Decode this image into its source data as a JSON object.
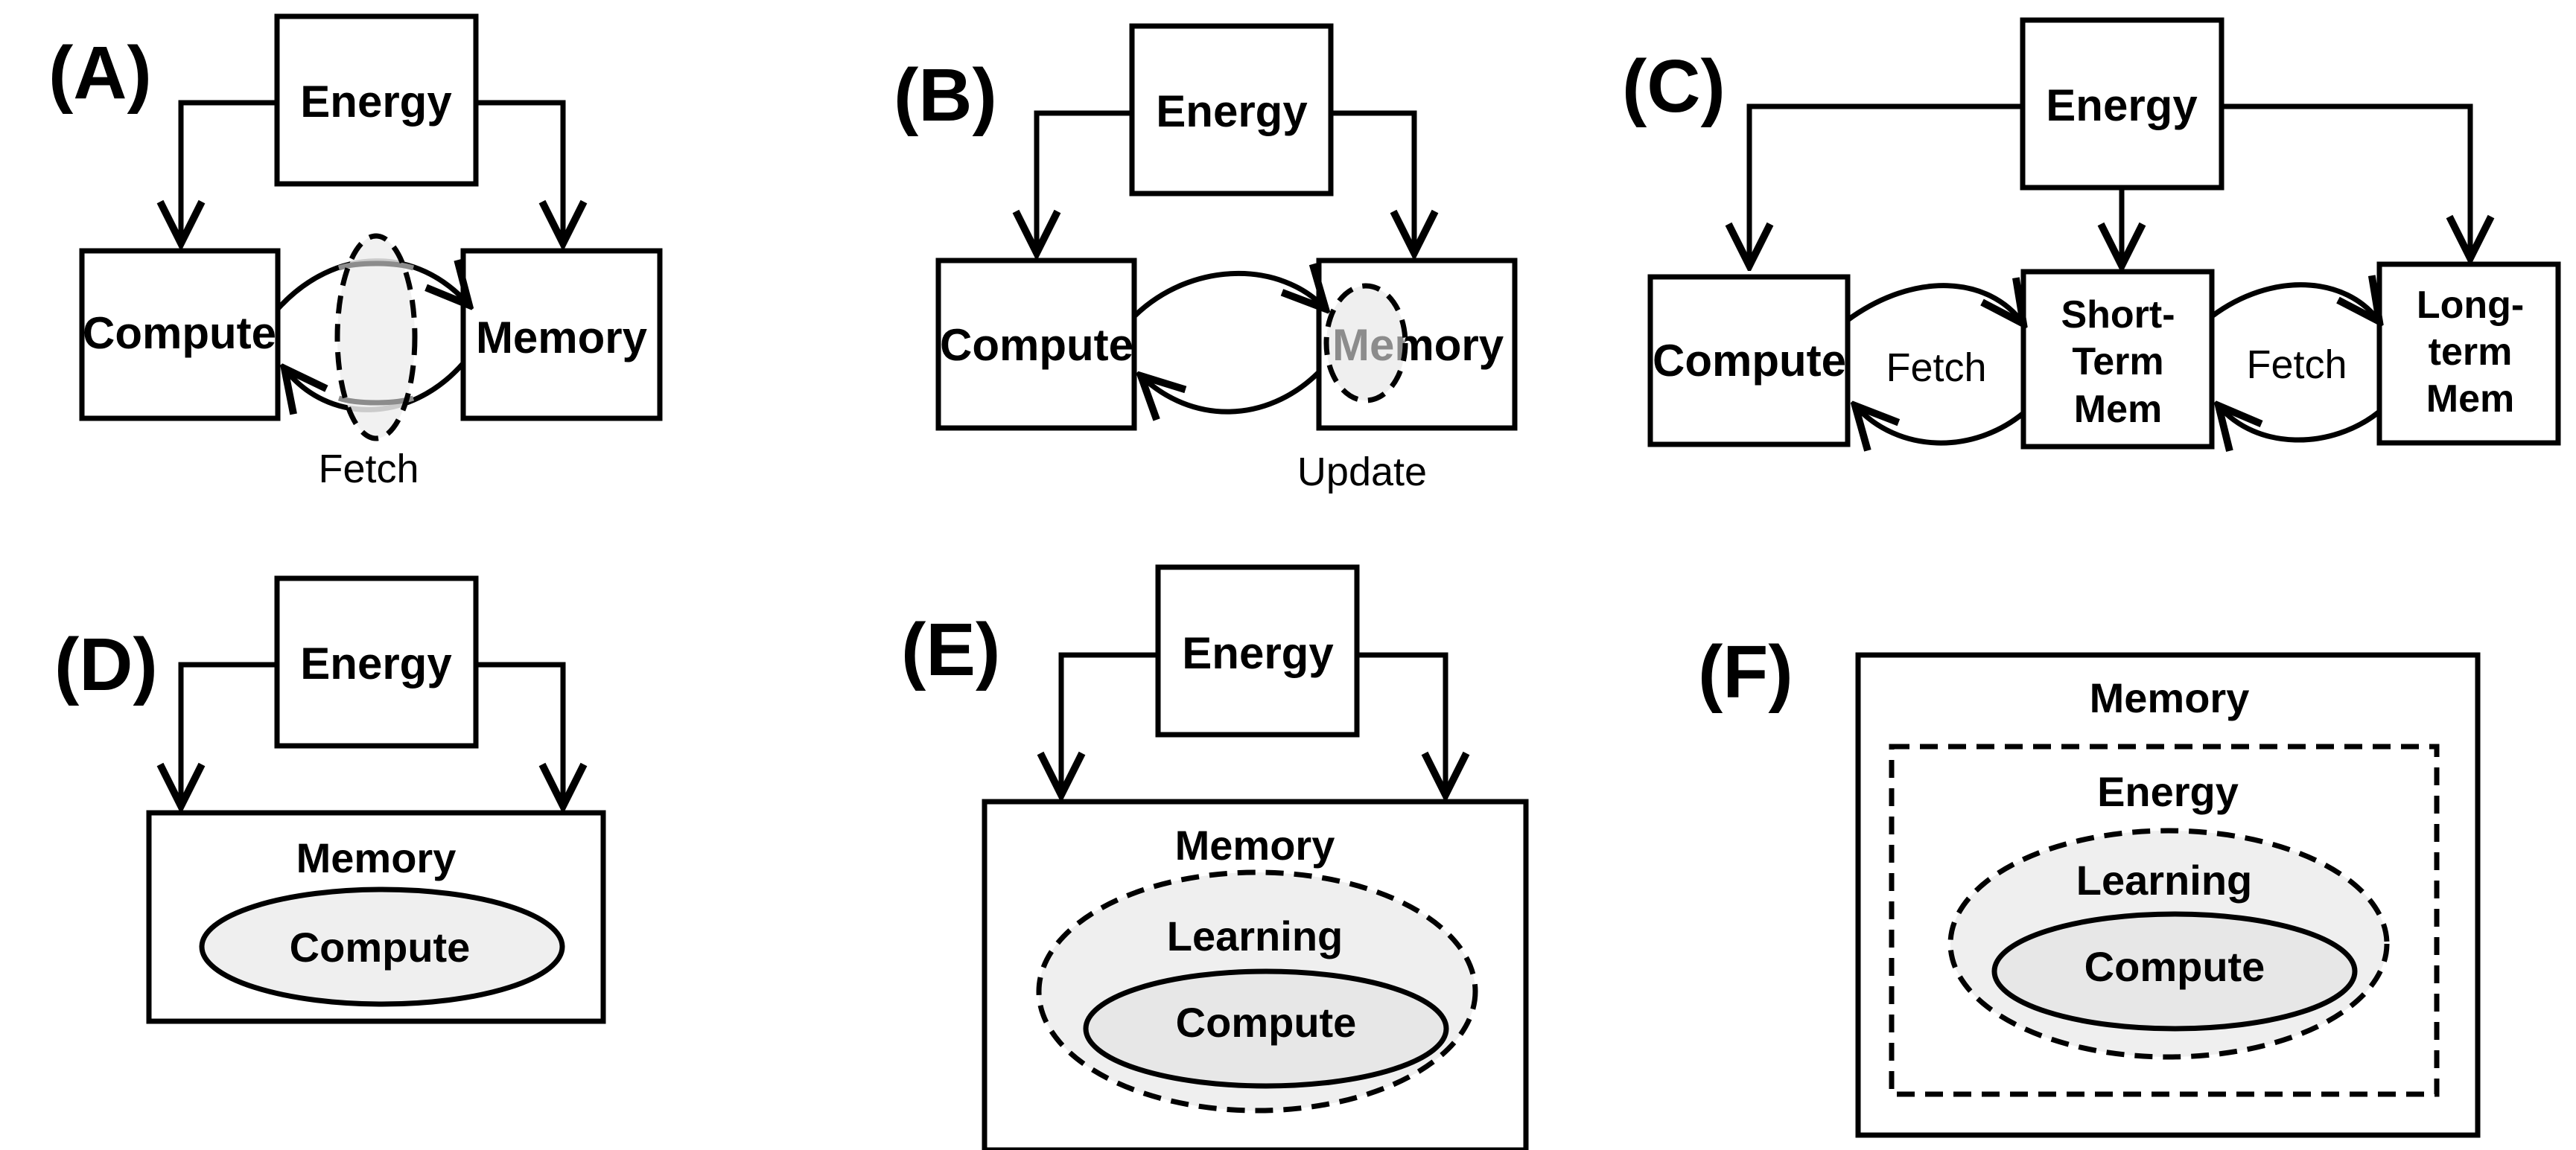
{
  "panels": {
    "A": {
      "label": "(A)",
      "energy": "Energy",
      "compute": "Compute",
      "memory": "Memory",
      "fetch": "Fetch"
    },
    "B": {
      "label": "(B)",
      "energy": "Energy",
      "compute": "Compute",
      "memory": "Memory",
      "update": "Update"
    },
    "C": {
      "label": "(C)",
      "energy": "Energy",
      "compute": "Compute",
      "short_term": [
        "Short-",
        "Term",
        "Mem"
      ],
      "long_term": [
        "Long-",
        "term",
        "Mem"
      ],
      "fetch_1": "Fetch",
      "fetch_2": "Fetch"
    },
    "D": {
      "label": "(D)",
      "energy": "Energy",
      "memory": "Memory",
      "compute": "Compute"
    },
    "E": {
      "label": "(E)",
      "energy": "Energy",
      "memory": "Memory",
      "learning": "Learning",
      "compute": "Compute"
    },
    "F": {
      "label": "(F)",
      "memory": "Memory",
      "energy": "Energy",
      "learning": "Learning",
      "compute": "Compute"
    }
  },
  "colors": {
    "stroke": "#000000",
    "shade": "#efefef",
    "muted_text": "#8c8c8c"
  }
}
